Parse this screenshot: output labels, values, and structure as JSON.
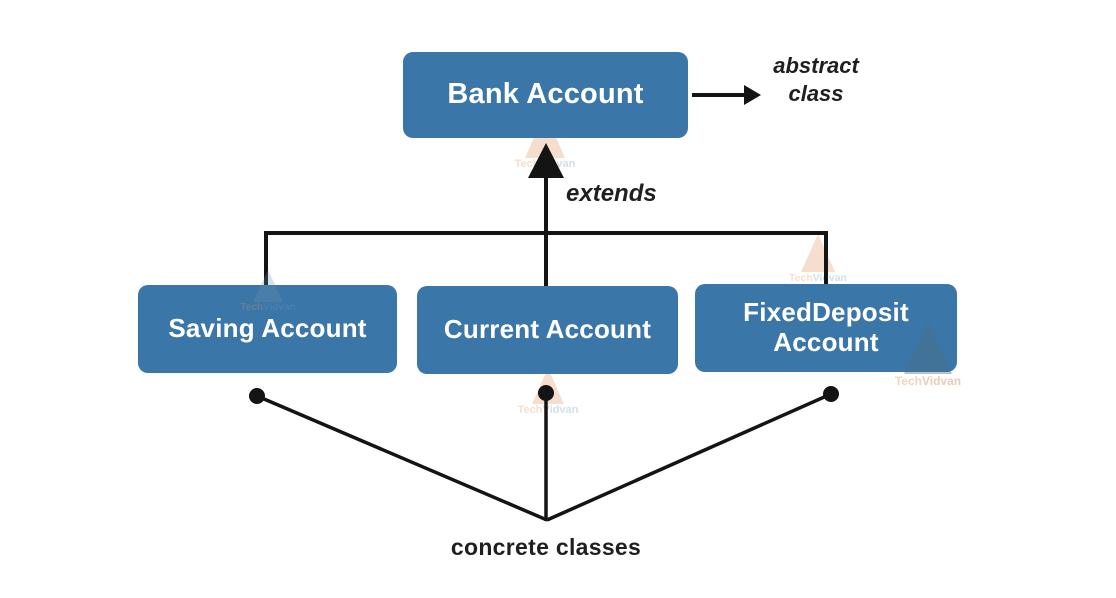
{
  "colors": {
    "node_fill": "#3b76a8",
    "node_text": "#ffffff",
    "line": "#141414",
    "label_text": "#1f1f1f",
    "watermark_orange": "#e2945f",
    "watermark_blue": "#6f94ad"
  },
  "nodes": {
    "bank_account": {
      "label": "Bank Account"
    },
    "saving_account": {
      "label": "Saving Account"
    },
    "current_account": {
      "label": "Current Account"
    },
    "fixed_deposit_account": {
      "line1": "FixedDeposit",
      "line2": "Account"
    }
  },
  "labels": {
    "abstract_line1": "abstract",
    "abstract_line2": "class",
    "extends": "extends",
    "concrete_classes": "concrete classes"
  },
  "watermark": {
    "part1": "Tech",
    "part2": "Vidvan"
  }
}
